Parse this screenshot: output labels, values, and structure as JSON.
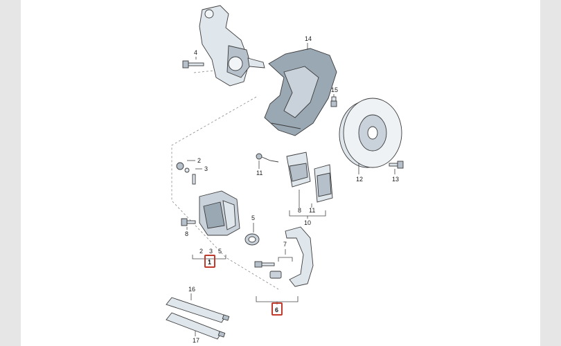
{
  "diagram": {
    "labels": {
      "p1": "1",
      "p2": "2",
      "p3": "3",
      "p4": "4",
      "p5": "5",
      "p6": "6",
      "p7": "7",
      "p8a": "8",
      "p8b": "8",
      "p10": "10",
      "p11a": "11",
      "p11b": "11",
      "p12": "12",
      "p13": "13",
      "p14": "14",
      "p15": "15",
      "p16": "16",
      "p17": "17",
      "g1_2": "2",
      "g1_3": "3",
      "g1_5": "5"
    },
    "highlighted": [
      "1",
      "6"
    ],
    "colors": {
      "highlight": "#c0392b",
      "part_fill": "#dfe6ec",
      "part_dark": "#b5c0ca"
    }
  }
}
